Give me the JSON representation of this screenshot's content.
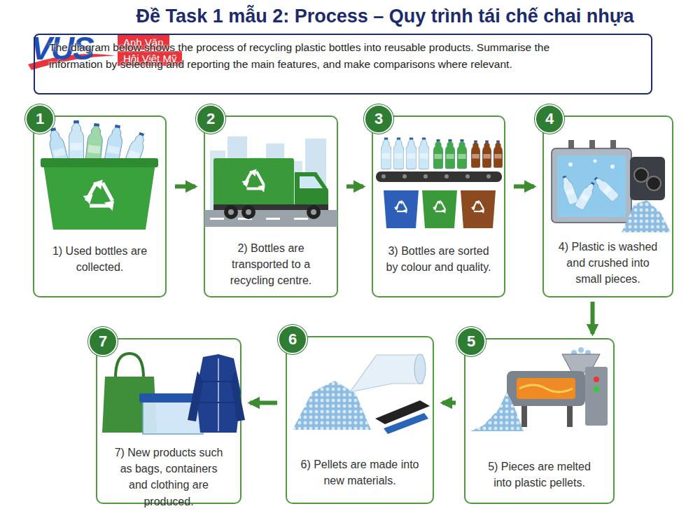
{
  "diagram": {
    "title": "Đề Task 1 mẫu 2: Process – Quy trình tái chế chai nhựa",
    "nodes": [
      {
        "text": [
          "The diagram below shows the process of recycling plastic bottles into reusable products. Summarise the information by selecting and reporting the main features, and make comparisons where relevant."
        ]
      },
      {
        "text": [
          "1",
          "1) Used bottles are collected."
        ]
      },
      {
        "text": [
          "2",
          "2) Bottles are transported to a recycling centre."
        ]
      },
      {
        "text": [
          "3",
          "3) Bottles are sorted by colour and quality."
        ]
      },
      {
        "text": [
          "4",
          "4) Plastic is washed and crushed into small pieces."
        ]
      },
      {
        "text": [
          "5",
          "5) Pieces are melted into plastic pellets."
        ]
      },
      {
        "text": [
          "6",
          "6) Pellets are made into new materials."
        ]
      },
      {
        "text": [
          "7",
          "7) New products such as bags, containers and clothing are produced."
        ]
      }
    ],
    "edges": [
      {
        "from": 1,
        "to": 2,
        "arrow": "to"
      },
      {
        "from": 2,
        "to": 3,
        "arrow": "to"
      },
      {
        "from": 3,
        "to": 4,
        "arrow": "to"
      },
      {
        "from": 4,
        "to": 5,
        "arrow": "to"
      },
      {
        "from": 5,
        "to": 6,
        "arrow": "to"
      },
      {
        "from": 6,
        "to": 7,
        "arrow": "to"
      }
    ],
    "labels": [
      "VUS",
      "Anh Văn",
      "Hội Việt Mỹ"
    ]
  }
}
